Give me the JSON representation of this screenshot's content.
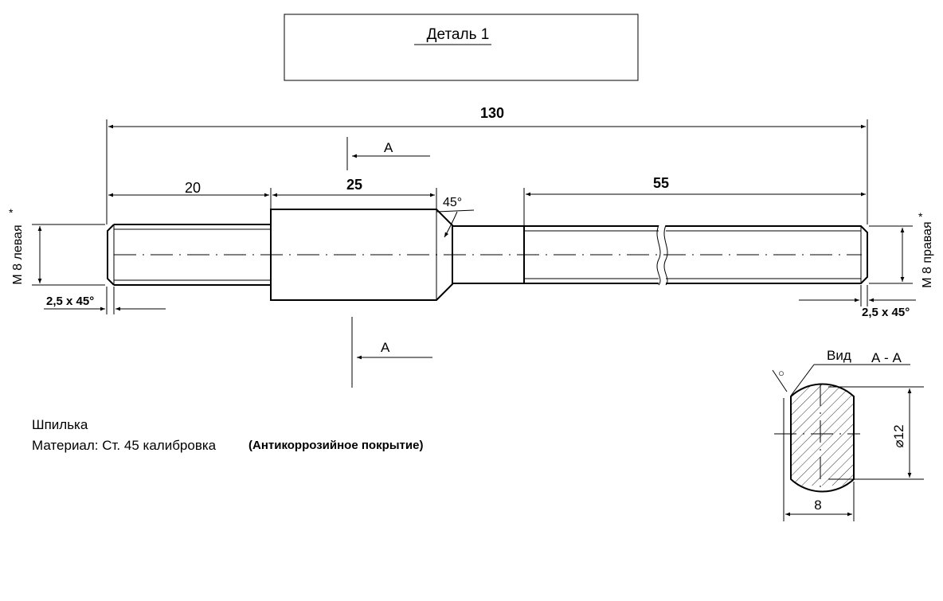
{
  "title_block": {
    "title": "Деталь 1"
  },
  "dimensions": {
    "overall_length": "130",
    "left_thread_length": "20",
    "collar_length": "25",
    "right_thread_length": "55",
    "chamfer_angle": "45°",
    "left_chamfer": "2,5 х 45°",
    "right_chamfer": "2,5 х 45°"
  },
  "threads": {
    "left_label": "М 8 левая",
    "right_label": "М 8 правая",
    "asterisk": "*"
  },
  "section": {
    "cut_letter_top": "А",
    "cut_letter_bottom": "А",
    "view_title_word": "Вид",
    "view_title_id": "А - А",
    "diameter_label": "⌀12",
    "flat_width_label": "8",
    "roughness_symbol": "○"
  },
  "notes": {
    "part_name": "Шпилька",
    "material": "Материал: Ст. 45  калибровка",
    "coating": "(Антикоррозийное покрытие)"
  }
}
